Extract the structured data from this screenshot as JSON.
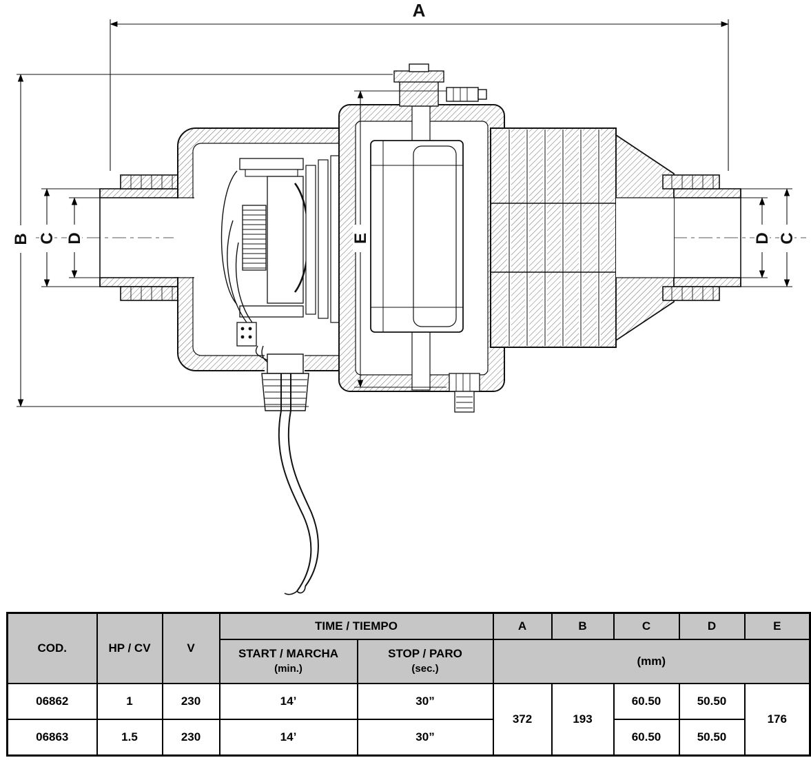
{
  "diagram": {
    "labels": {
      "a": "A",
      "b": "B",
      "c_left": "C",
      "d_left": "D",
      "e": "E",
      "d_right": "D",
      "c_right": "C"
    }
  },
  "table": {
    "headers": {
      "cod": "COD.",
      "hp_cv": "HP / CV",
      "v": "V",
      "time_tiempo": "TIME / TIEMPO",
      "start_marcha": "START / MARCHA",
      "start_unit": "(min.)",
      "stop_paro": "STOP / PARO",
      "stop_unit": "(sec.)",
      "col_a": "A",
      "col_b": "B",
      "col_c": "C",
      "col_d": "D",
      "col_e": "E",
      "mm_unit": "(mm)"
    },
    "rows": [
      {
        "cod": "06862",
        "hp_cv": "1",
        "v": "230",
        "start": "14’",
        "stop": "30”",
        "c": "60.50",
        "d": "50.50"
      },
      {
        "cod": "06863",
        "hp_cv": "1.5",
        "v": "230",
        "start": "14’",
        "stop": "30”",
        "c": "60.50",
        "d": "50.50"
      }
    ],
    "merged": {
      "a": "372",
      "b": "193",
      "e": "176"
    }
  }
}
